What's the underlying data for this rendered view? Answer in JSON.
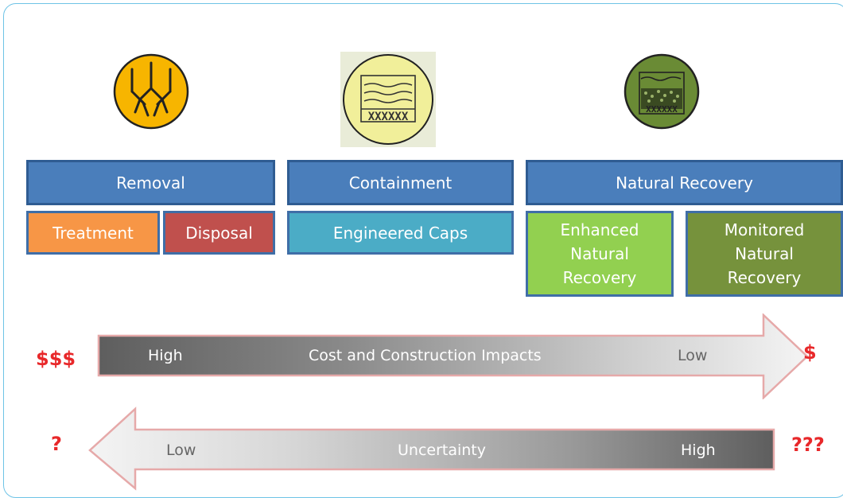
{
  "categories": {
    "removal": "Removal",
    "containment": "Containment",
    "natural_recovery": "Natural Recovery"
  },
  "subcategories": {
    "treatment": "Treatment",
    "disposal": "Disposal",
    "engineered_caps": "Engineered Caps",
    "enhanced": [
      "Enhanced",
      "Natural",
      "Recovery"
    ],
    "monitored": [
      "Monitored",
      "Natural",
      "Recovery"
    ]
  },
  "cost_arrow": {
    "left_label": "High",
    "center_label": "Cost and Construction Impacts",
    "right_label": "Low",
    "left_marker": "$$$",
    "right_marker": "$"
  },
  "uncertainty_arrow": {
    "left_label": "Low",
    "center_label": "Uncertainty",
    "right_label": "High",
    "left_marker": "?",
    "right_marker": "???"
  },
  "icons": {
    "removal": "dredge-claw-icon",
    "containment": "cap-layers-icon",
    "natural_recovery": "sediment-recovery-icon"
  },
  "colors": {
    "removal_icon": "#f7b500",
    "containment_icon": "#f1ef9a",
    "natural_recovery_icon": "#6a8b35",
    "category_blue": "#4a7ebb",
    "treatment": "#f79646",
    "disposal": "#c0504d",
    "engineered_caps": "#4bacc6",
    "enhanced": "#92d050",
    "monitored": "#76923c",
    "marker_red": "#e8282a"
  }
}
